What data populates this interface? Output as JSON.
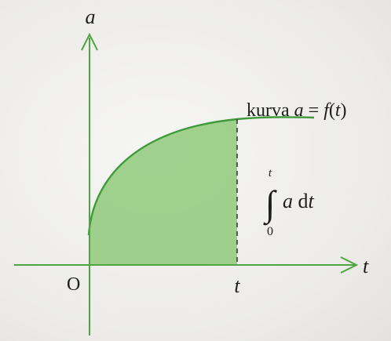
{
  "diagram": {
    "y_axis_label": "a",
    "x_axis_label": "t",
    "origin_label": "O",
    "t_tick_label": "t",
    "curve_label": {
      "prefix": "kurva ",
      "var": "a",
      "equals": " = ",
      "func": "f",
      "open": "(",
      "arg": "t",
      "close": ")"
    },
    "integral": {
      "symbol": "∫",
      "upper": "t",
      "lower": "0",
      "integrand": "a",
      "d": " d",
      "var": "t"
    },
    "colors": {
      "fill": "#8fc97a",
      "curve": "#3f9a3a",
      "axis": "#4ea542",
      "dashed": "#3a3a3a"
    }
  }
}
